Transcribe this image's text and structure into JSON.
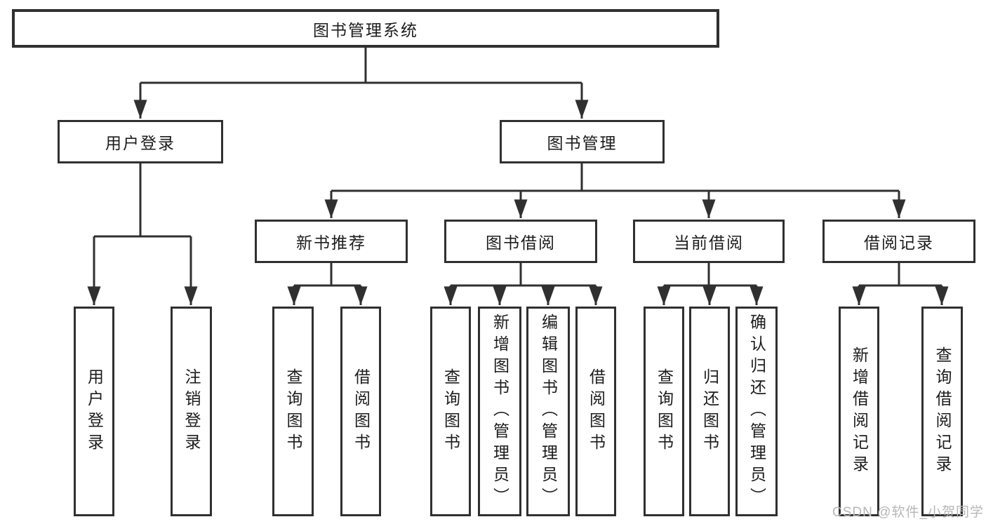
{
  "colors": {
    "line": "#303030",
    "box_border": "#303030",
    "box_background": "#ffffff",
    "text": "#1c1c1c",
    "watermark": "#b6b6b6"
  },
  "watermark": {
    "text": "CSDN @软件_小贺同学"
  },
  "tree": {
    "root": {
      "label": "图书管理系统",
      "children": [
        {
          "label": "用户登录",
          "children": [
            {
              "label": "用户登录"
            },
            {
              "label": "注销登录"
            }
          ]
        },
        {
          "label": "图书管理",
          "children": [
            {
              "label": "新书推荐",
              "children": [
                {
                  "label": "查询图书"
                },
                {
                  "label": "借阅图书"
                }
              ]
            },
            {
              "label": "图书借阅",
              "children": [
                {
                  "label": "查询图书"
                },
                {
                  "label": "新增图书（管理员）"
                },
                {
                  "label": "编辑图书（管理员）"
                },
                {
                  "label": "借阅图书"
                }
              ]
            },
            {
              "label": "当前借阅",
              "children": [
                {
                  "label": "查询图书"
                },
                {
                  "label": "归还图书"
                },
                {
                  "label": "确认归还（管理员）"
                }
              ]
            },
            {
              "label": "借阅记录",
              "children": [
                {
                  "label": "新增借阅记录"
                },
                {
                  "label": "查询借阅记录"
                }
              ]
            }
          ]
        }
      ]
    }
  }
}
